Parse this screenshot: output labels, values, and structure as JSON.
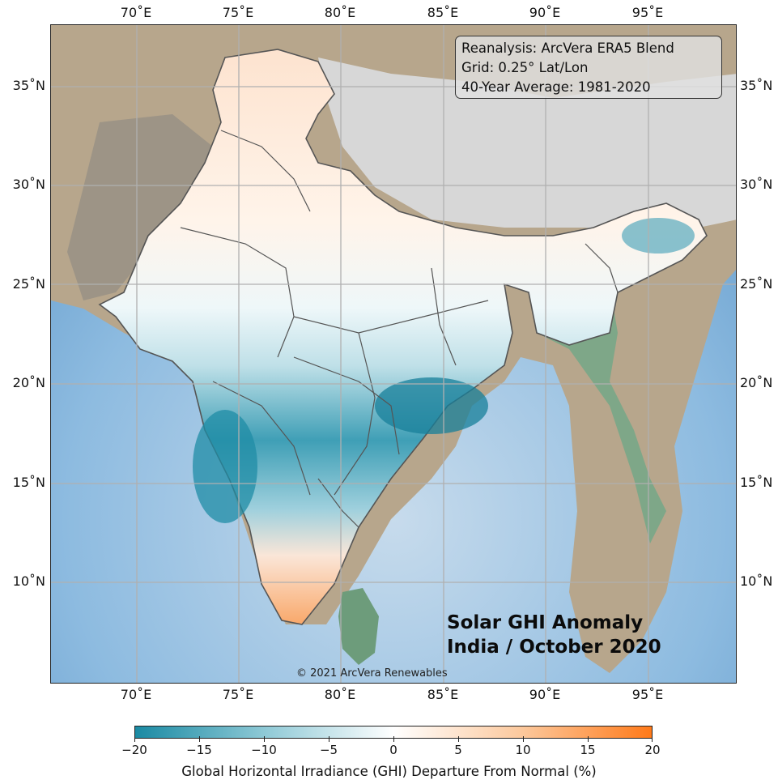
{
  "map": {
    "info_lines": [
      "Reanalysis: ArcVera ERA5 Blend",
      "Grid: 0.25° Lat/Lon",
      "40-Year Average: 1981-2020"
    ],
    "title_lines": [
      "Solar GHI Anomaly",
      "India / October 2020"
    ],
    "copyright": "© 2021 ArcVera Renewables",
    "lon_ticks": [
      "70˚E",
      "75˚E",
      "80˚E",
      "85˚E",
      "90˚E",
      "95˚E"
    ],
    "lat_ticks": [
      "35˚N",
      "30˚N",
      "25˚N",
      "20˚N",
      "15˚N",
      "10˚N"
    ],
    "colors": {
      "ocean": "#6fa3cf",
      "terrain": "#b8a58c",
      "mountains": "#d8d8d8",
      "lowland": "#7fa688",
      "negative": "#1a8aa3",
      "positive": "#ff7a1a"
    }
  },
  "colorbar": {
    "labels": [
      "−20",
      "−15",
      "−10",
      "−5",
      "0",
      "5",
      "10",
      "15",
      "20"
    ],
    "title": "Global Horizontal Irradiance (GHI) Departure From Normal (%)",
    "range": [
      -20,
      20
    ]
  }
}
